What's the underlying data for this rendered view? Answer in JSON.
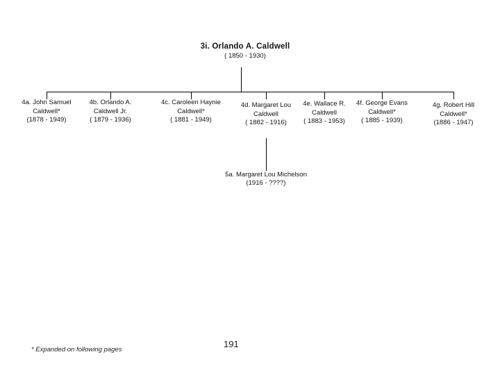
{
  "colors": {
    "background": "#ffffff",
    "text": "#141414",
    "line": "#000000"
  },
  "tree": {
    "root": {
      "name": "3i. Orlando A. Caldwell",
      "years": "( 1850 - 1930)"
    },
    "children": [
      {
        "line1": "4a. John Samuel",
        "line2": "Caldwell*",
        "years": "(1878 - 1949)"
      },
      {
        "line1": "4b. Orlando A.",
        "line2": "Caldwell Jr.",
        "years": "( 1879 - 1936)"
      },
      {
        "line1": "4c. Caroleen Haynie",
        "line2": "Caldwell*",
        "years": "( 1881 - 1949)"
      },
      {
        "line1": "4d. Margaret Lou",
        "line2": "Caldwell",
        "years": "( 1882 - 1916)"
      },
      {
        "line1": "4e. Wallace R.",
        "line2": "Caldwell",
        "years": "( 1883 - 1953)"
      },
      {
        "line1": "4f. George Evans",
        "line2": "Caldwell*",
        "years": "( 1885 - 1939)"
      },
      {
        "line1": "4g. Robert Hill",
        "line2": "Caldwell*",
        "years": "(1886 - 1947)"
      }
    ],
    "grandchild": {
      "name": "5a. Margaret Lou Michelson",
      "years": "(1916 - ????)"
    }
  },
  "footer": {
    "footnote": "* Expanded on following pages",
    "page_number": "191"
  }
}
